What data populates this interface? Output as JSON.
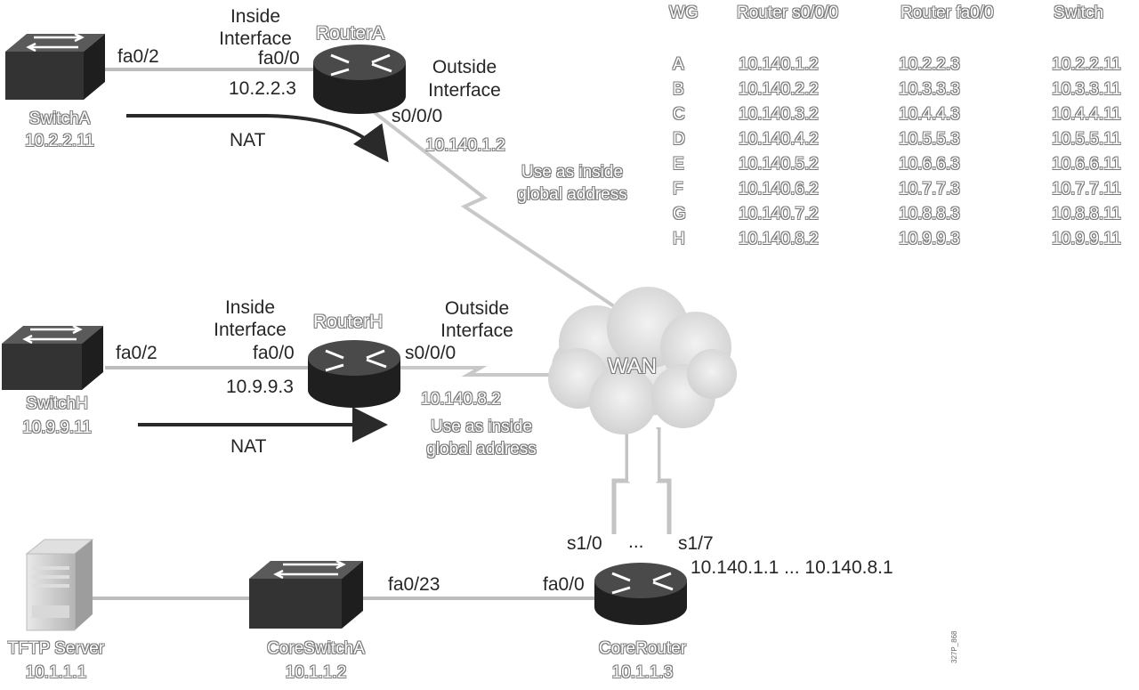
{
  "routers": {
    "a": {
      "name": "RouterA",
      "inside": "Inside\nInterface",
      "inside_if": "fa0/0",
      "inside_ip": "10.2.2.3",
      "outside": "Outside\nInterface",
      "outside_if": "s0/0/0",
      "outside_ip": "10.140.1.2",
      "global_note": "Use as inside\nglobal address"
    },
    "h": {
      "name": "RouterH",
      "inside": "Inside\nInterface",
      "inside_if": "fa0/0",
      "inside_ip": "10.9.9.3",
      "outside": "Outside\nInterface",
      "outside_if": "s0/0/0",
      "outside_ip": "10.140.8.2",
      "global_note": "Use as inside\nglobal address"
    },
    "core": {
      "name": "CoreRouter",
      "ip": "10.1.1.3",
      "if_first": "s1/0",
      "if_last": "s1/7",
      "ellipsis": "...",
      "ip_range": "10.140.1.1 ... 10.140.8.1",
      "lan_if": "fa0/0"
    }
  },
  "switches": {
    "a": {
      "name": "SwitchA",
      "ip": "10.2.2.11",
      "port": "fa0/2"
    },
    "h": {
      "name": "SwitchH",
      "ip": "10.9.9.11",
      "port": "fa0/2"
    },
    "core": {
      "name": "CoreSwitchA",
      "ip": "10.1.1.2",
      "port": "fa0/23"
    }
  },
  "server": {
    "name": "TFTP Server",
    "ip": "10.1.1.1"
  },
  "nat_label": "NAT",
  "wan_label": "WAN",
  "figure_id": "327P_868",
  "table": {
    "headers": [
      "WG",
      "Router s0/0/0",
      "Router fa0/0",
      "Switch"
    ],
    "rows": [
      [
        "A",
        "10.140.1.2",
        "10.2.2.3",
        "10.2.2.11"
      ],
      [
        "B",
        "10.140.2.2",
        "10.3.3.3",
        "10.3.3.11"
      ],
      [
        "C",
        "10.140.3.2",
        "10.4.4.3",
        "10.4.4.11"
      ],
      [
        "D",
        "10.140.4.2",
        "10.5.5.3",
        "10.5.5.11"
      ],
      [
        "E",
        "10.140.5.2",
        "10.6.6.3",
        "10.6.6.11"
      ],
      [
        "F",
        "10.140.6.2",
        "10.7.7.3",
        "10.7.7.11"
      ],
      [
        "G",
        "10.140.7.2",
        "10.8.8.3",
        "10.8.8.11"
      ],
      [
        "H",
        "10.140.8.2",
        "10.9.9.3",
        "10.9.9.11"
      ]
    ]
  }
}
